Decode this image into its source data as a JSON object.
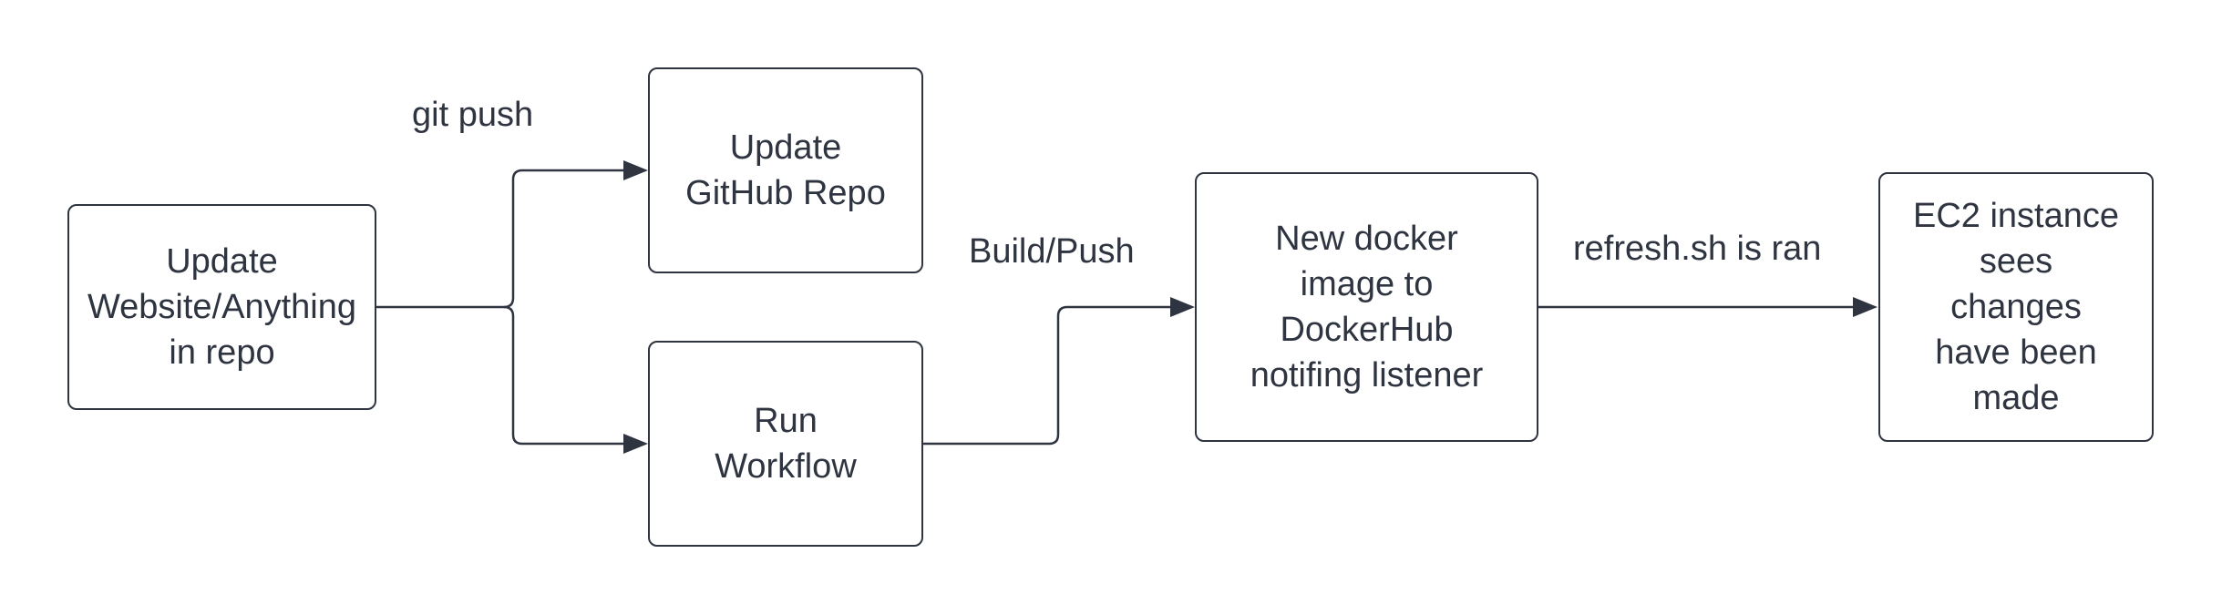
{
  "colors": {
    "stroke": "#2f3441",
    "text": "#2f3441",
    "background": "#ffffff"
  },
  "nodes": {
    "update_website": "Update\nWebsite/Anything\nin repo",
    "update_github": "Update\nGitHub Repo",
    "run_workflow": "Run\nWorkflow",
    "docker_image": "New docker\nimage to\nDockerHub\nnotifing listener",
    "ec2_instance": "EC2 instance\nsees\nchanges\nhave been\nmade"
  },
  "edges": {
    "git_push": "git push",
    "build_push": "Build/Push",
    "refresh": "refresh.sh is ran"
  }
}
